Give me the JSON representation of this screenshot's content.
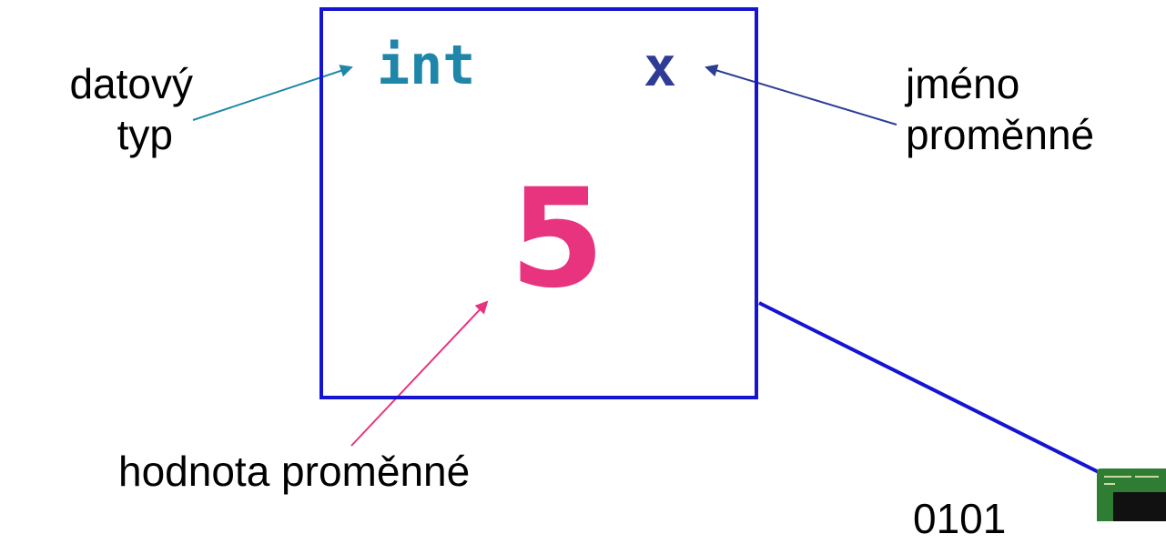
{
  "variable": {
    "type_keyword": "int",
    "name": "x",
    "value": "5"
  },
  "labels": {
    "data_type_line1": "datový",
    "data_type_line2": "typ",
    "name_line1": "jméno",
    "name_line2": "proměnné",
    "value_label": "hodnota proměnné",
    "memory_bits": "0101"
  },
  "colors": {
    "box_border": "#1414d2",
    "type_keyword": "#1e86a8",
    "variable_name": "#2e3c96",
    "value": "#e8337f",
    "arrow_type": "#1e86a8",
    "arrow_name": "#2e3c96",
    "arrow_value": "#e8337f",
    "memory_link": "#1414d2"
  },
  "icons": {
    "memory_chip": "memory-chip-icon"
  }
}
